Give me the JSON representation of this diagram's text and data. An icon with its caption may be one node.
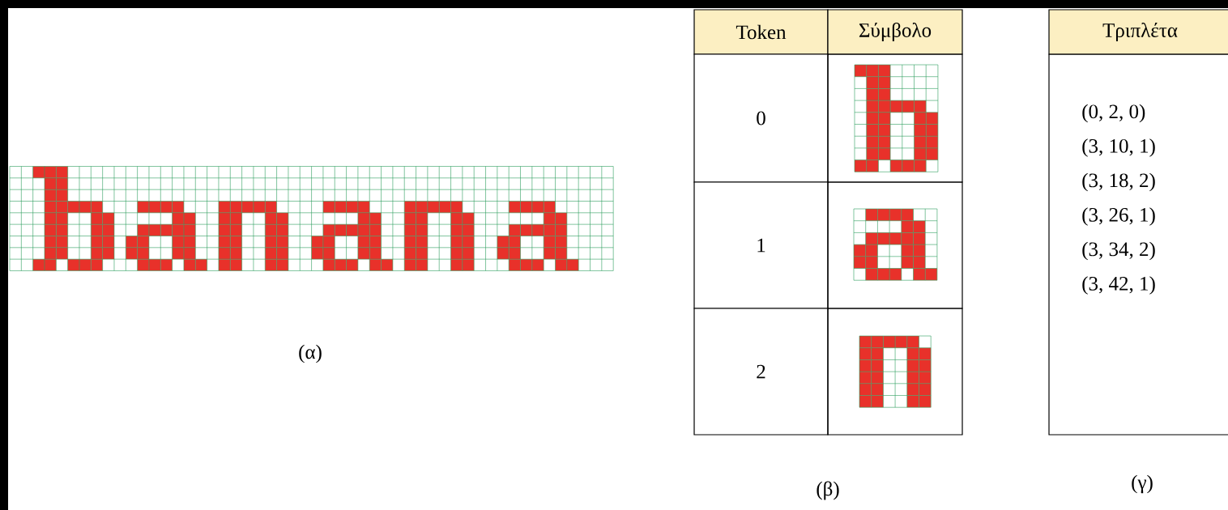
{
  "diagram": {
    "labels": [
      "Token",
      "Σύμβολο",
      "0",
      "1",
      "2",
      "Τριπλέτα",
      "(0, 2, 0)",
      "(3, 10, 1)",
      "(3, 18, 2)",
      "(3, 26, 1)",
      "(3, 34, 2)",
      "(3, 42, 1)",
      "(α)",
      "(β)",
      "(γ)"
    ]
  }
}
